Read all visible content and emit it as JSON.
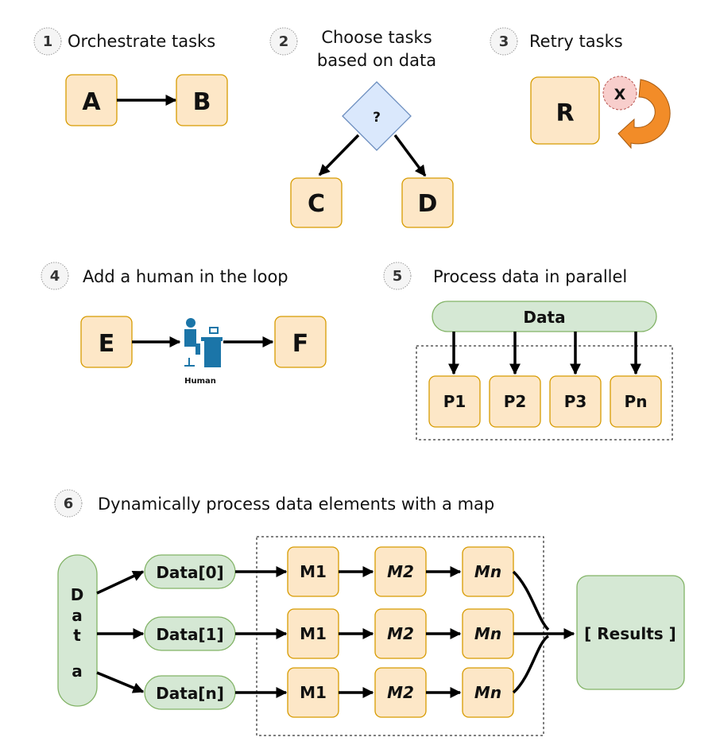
{
  "sections": {
    "s1": {
      "num": "1",
      "title": "Orchestrate tasks",
      "nodes": [
        "A",
        "B"
      ]
    },
    "s2": {
      "num": "2",
      "title_line1": "Choose tasks",
      "title_line2": "based on data",
      "decision": "?",
      "nodes": [
        "C",
        "D"
      ]
    },
    "s3": {
      "num": "3",
      "title": "Retry tasks",
      "node": "R",
      "error_mark": "X",
      "retry_icon": "retry-arrow-icon"
    },
    "s4": {
      "num": "4",
      "title": "Add a human in the loop",
      "nodes": [
        "E",
        "F"
      ],
      "human_label": "Human",
      "human_icon": "human-at-desk-icon"
    },
    "s5": {
      "num": "5",
      "title": "Process data in parallel",
      "data_label": "Data",
      "nodes": [
        "P1",
        "P2",
        "P3",
        "Pn"
      ]
    },
    "s6": {
      "num": "6",
      "title": "Dynamically process data elements with a map",
      "data_letters": [
        "D",
        "a",
        "t",
        "a"
      ],
      "elements": [
        "Data[0]",
        "Data[1]",
        "Data[n]"
      ],
      "steps": [
        "M1",
        "M2",
        "Mn"
      ],
      "results": "[ Results ]"
    }
  },
  "colors": {
    "task_fill": "#fde7c7",
    "task_stroke": "#d79b00",
    "data_fill": "#d5e8d4",
    "data_stroke": "#82b366",
    "decision_fill": "#dae8fc",
    "decision_stroke": "#6c8ebf",
    "retry_orange": "#f28c28",
    "error_pink": "#f8cecc",
    "human_blue": "#1b75a8"
  }
}
